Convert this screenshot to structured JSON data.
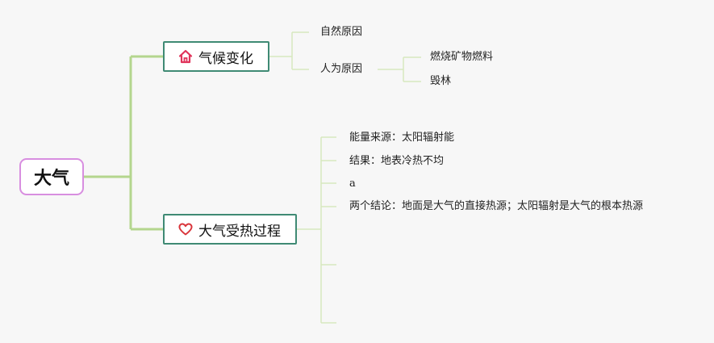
{
  "root": {
    "label": "大气"
  },
  "branches": [
    {
      "label": "气候变化",
      "icon": "home-icon",
      "children": [
        {
          "label": "自然原因"
        },
        {
          "label": "人为原因",
          "children": [
            {
              "label": "燃烧矿物燃料"
            },
            {
              "label": "毁林"
            }
          ]
        }
      ]
    },
    {
      "label": "大气受热过程",
      "icon": "heart-icon",
      "children": [
        {
          "label": "能量来源：太阳辐射能"
        },
        {
          "label": "结果：地表冷热不均"
        },
        {
          "label": "a"
        },
        {
          "label": "两个结论：地面是大气的直接热源；太阳辐射是大气的根本热源"
        },
        {
          "label": ""
        },
        {
          "label": ""
        }
      ]
    }
  ],
  "colors": {
    "main_connector": "#b4d68e",
    "sub_connector": "#d7e8bf",
    "root_border": "#d88ee0",
    "topic_border": "#3f8a74",
    "home_icon": "#e0335a",
    "heart_icon": "#d9343a"
  }
}
